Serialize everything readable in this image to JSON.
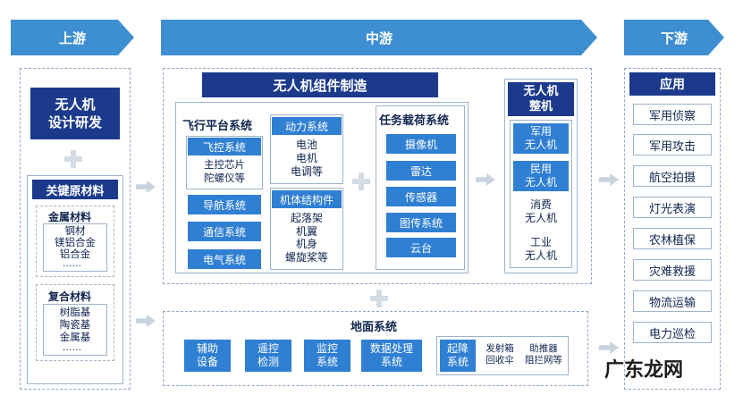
{
  "headers": {
    "upstream": "上游",
    "midstream": "中游",
    "downstream": "下游"
  },
  "upstream": {
    "design": "无人机\n设计研发",
    "materials_title": "关键原材料",
    "metal": {
      "title": "金属材料",
      "items": "钢材\n镁铝合金\n铝合金",
      "dots": "……"
    },
    "composite": {
      "title": "复合材料",
      "items": "树脂基\n陶瓷基\n金属基",
      "dots": "……"
    }
  },
  "midstream": {
    "components_title": "无人机组件制造",
    "flight_platform": {
      "title": "飞行平台系统",
      "flight_control": "飞控系统",
      "flight_control_items": "主控芯片\n陀螺仪等",
      "navigation": "导航系统",
      "communication": "通信系统",
      "electrical": "电气系统"
    },
    "power": {
      "title": "动力系统",
      "items": "电池\n电机\n电调等"
    },
    "structure": {
      "title": "机体结构件",
      "items": "起落架\n机翼\n机身\n螺旋桨等"
    },
    "payload": {
      "title": "任务载荷系统",
      "items": [
        "摄像机",
        "雷达",
        "传感器",
        "图传系统",
        "云台"
      ]
    },
    "whole_machine": {
      "title": "无人机\n整机",
      "military": "军用\n无人机",
      "civil": "民用\n无人机",
      "consumer": "消费\n无人机",
      "industrial": "工业\n无人机"
    },
    "ground": {
      "title": "地面系统",
      "items": [
        "辅助\n设备",
        "遥控\n检测",
        "监控\n系统",
        "数据处理\n系统"
      ],
      "launch": "起降\n系统",
      "launch_items_a": "发射箱\n回收伞",
      "launch_items_b": "助推器\n阻拦网等"
    }
  },
  "downstream": {
    "title": "应用",
    "items": [
      "军用侦察",
      "军用攻击",
      "航空拍摄",
      "灯光表演",
      "农林植保",
      "灾难救援",
      "物流运输",
      "电力巡检"
    ]
  },
  "logo_text": "广东龙网",
  "colors": {
    "chevron": "#3e8fd2",
    "navy": "#1c3a8c",
    "blue": "#2f7fd3",
    "border": "#9fb3c9"
  }
}
